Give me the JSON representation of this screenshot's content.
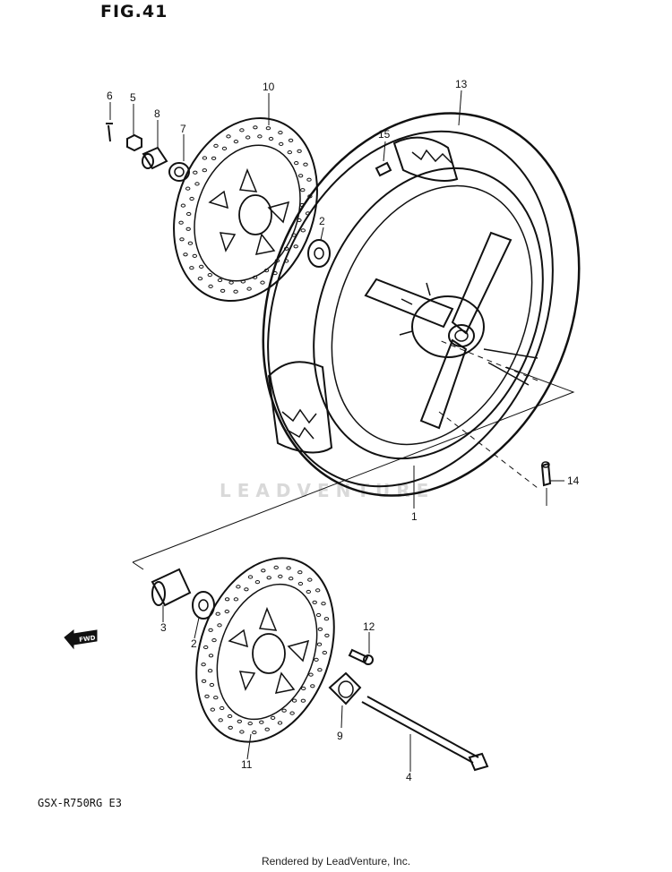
{
  "figure": {
    "title": "FIG.41",
    "model": "GSX-R750RG  E3"
  },
  "watermark": "LEADVENTURE",
  "footer": "Rendered by LeadVenture, Inc.",
  "fwd_label": "FWD",
  "callouts": [
    "1",
    "2",
    "2",
    "3",
    "4",
    "5",
    "6",
    "7",
    "8",
    "9",
    "10",
    "11",
    "12",
    "13",
    "14",
    "15"
  ]
}
